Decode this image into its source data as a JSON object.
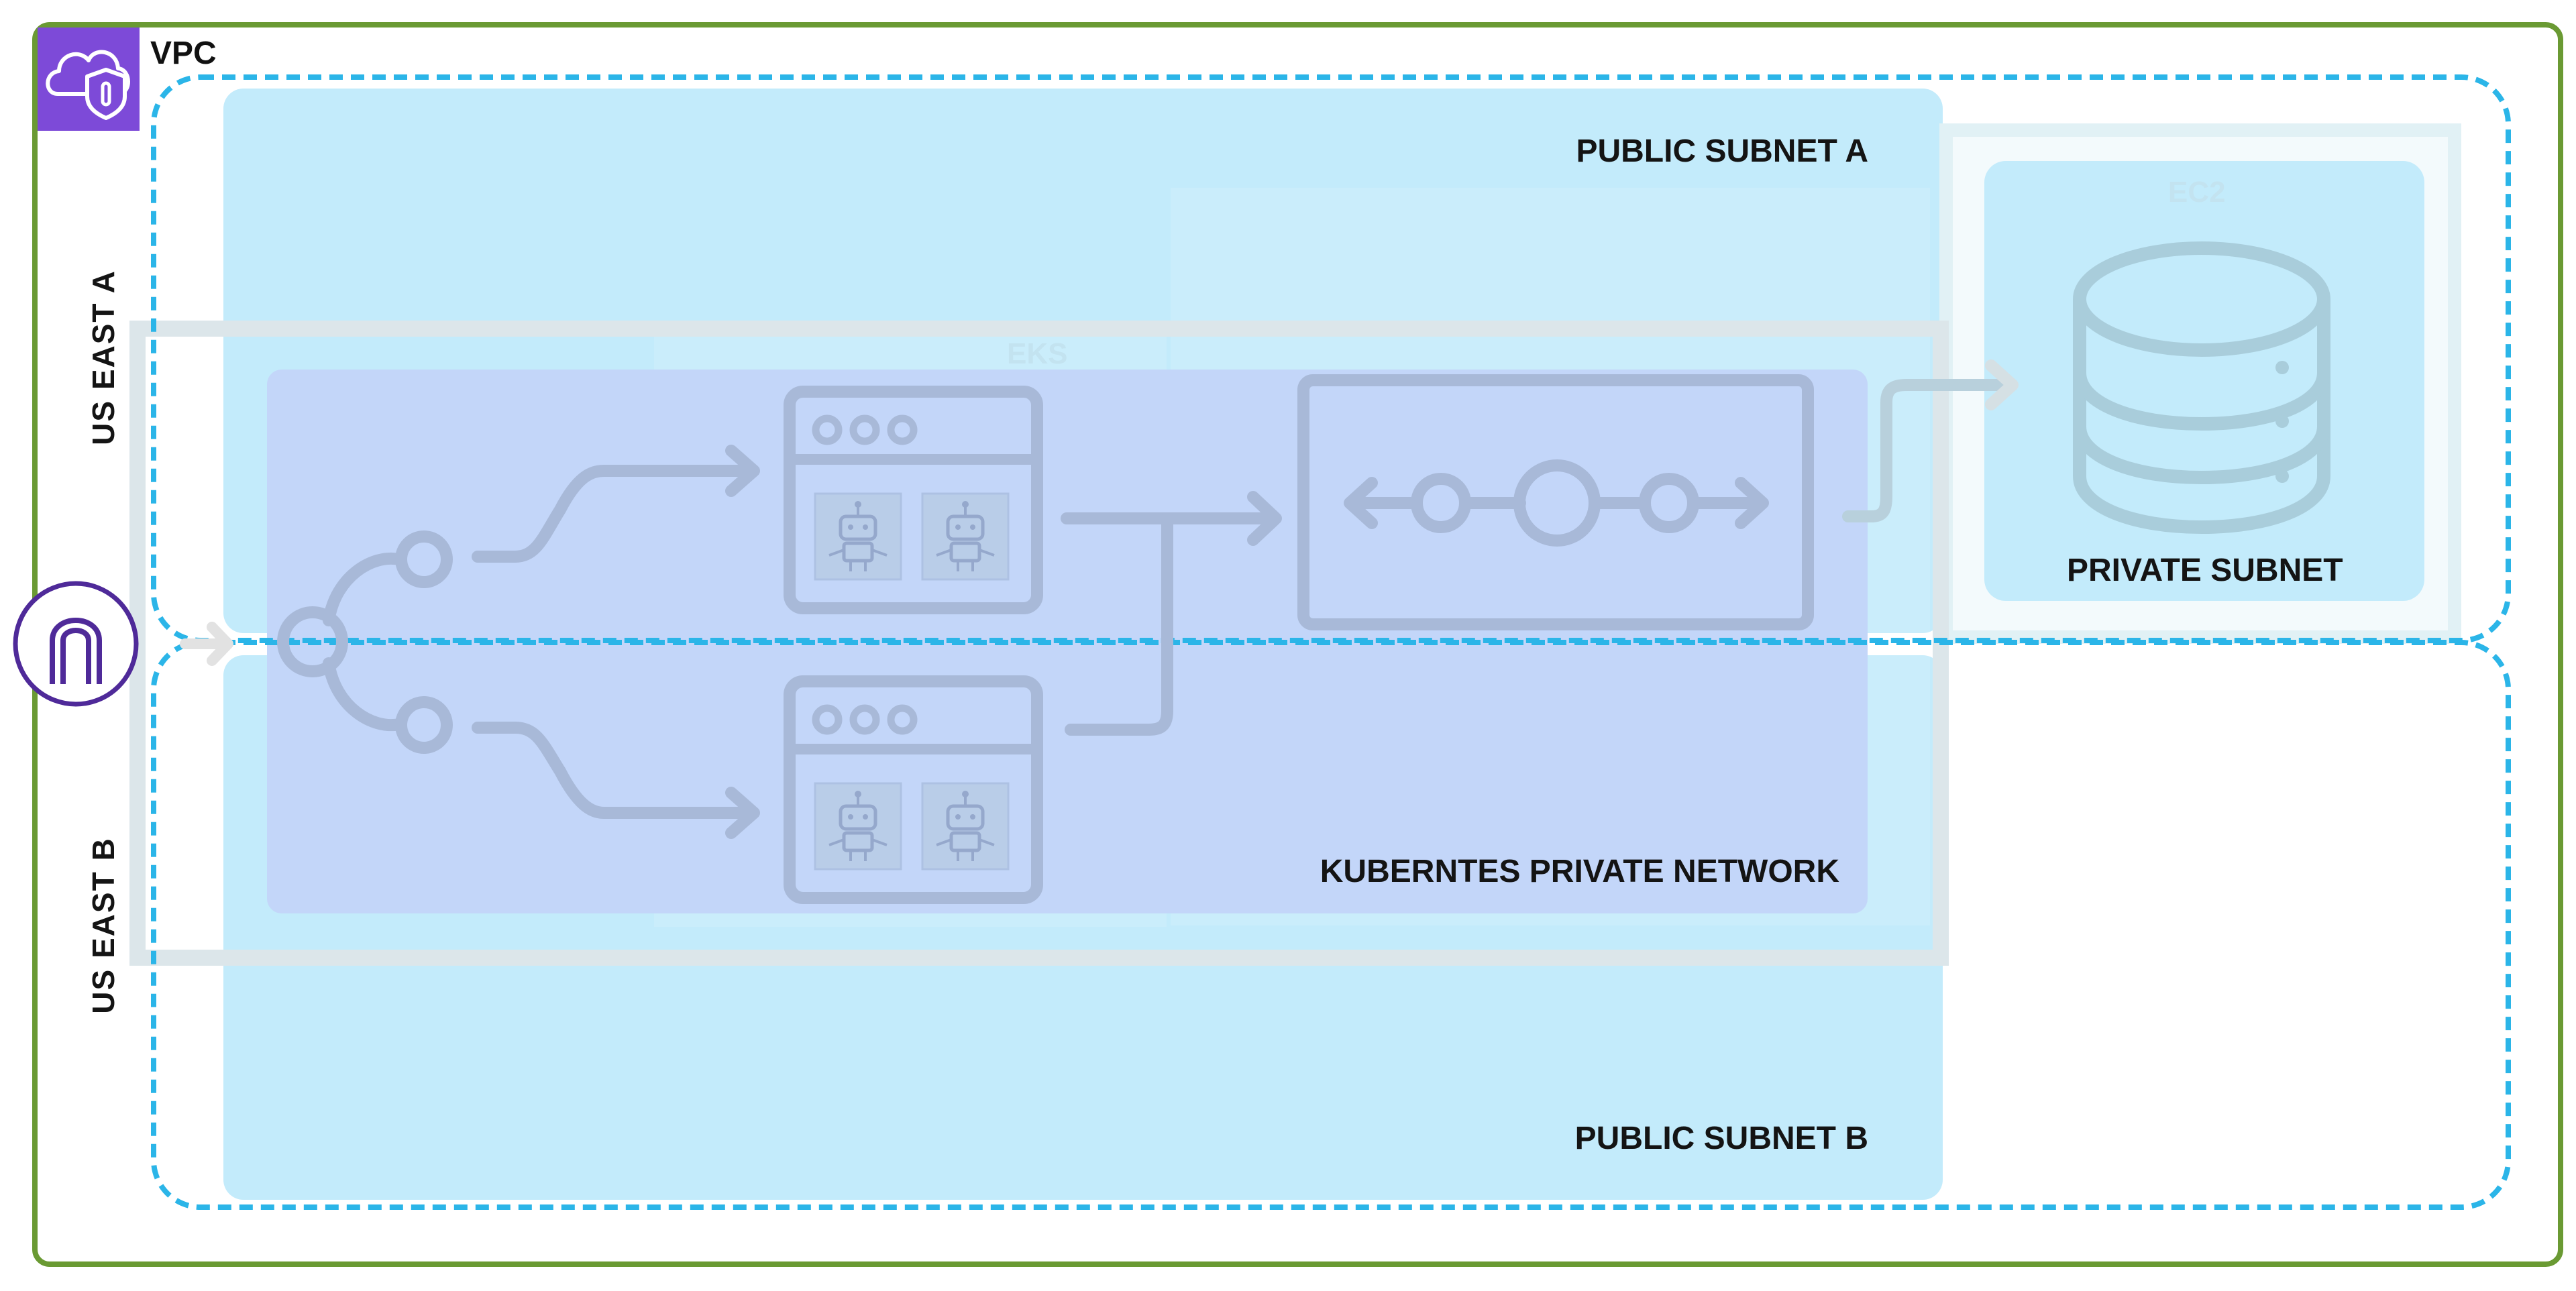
{
  "vpc": {
    "label": "VPC",
    "icon": "vpc-cloud-shield-icon",
    "border_color": "#6a9a33",
    "icon_bg_color": "#7d4ad8"
  },
  "availability_zones": [
    {
      "label": "US  EAST  A"
    },
    {
      "label": "US  EAST  B"
    }
  ],
  "subnets": {
    "public_a": "PUBLIC SUBNET A",
    "public_b": "PUBLIC SUBNET B",
    "private": "PRIVATE SUBNET",
    "kubernetes": "KUBERNTES PRIVATE NETWORK"
  },
  "services": {
    "eks": "EKS",
    "ec2": "EC2"
  },
  "icons": {
    "internet_gateway": "internet-gateway-icon",
    "load_balancer": "load-balancer-icon",
    "node_window": "node-window-icon",
    "pod": "robot-pod-icon",
    "service_router": "service-router-icon",
    "database": "database-icon"
  },
  "colors": {
    "subnet_fill": "#c3ebfb",
    "k8s_fill": "#c3d6f9",
    "az_dash": "#2bb5e8",
    "icon_stroke": "#a8b9d8",
    "gateway": "#4f2a99"
  }
}
